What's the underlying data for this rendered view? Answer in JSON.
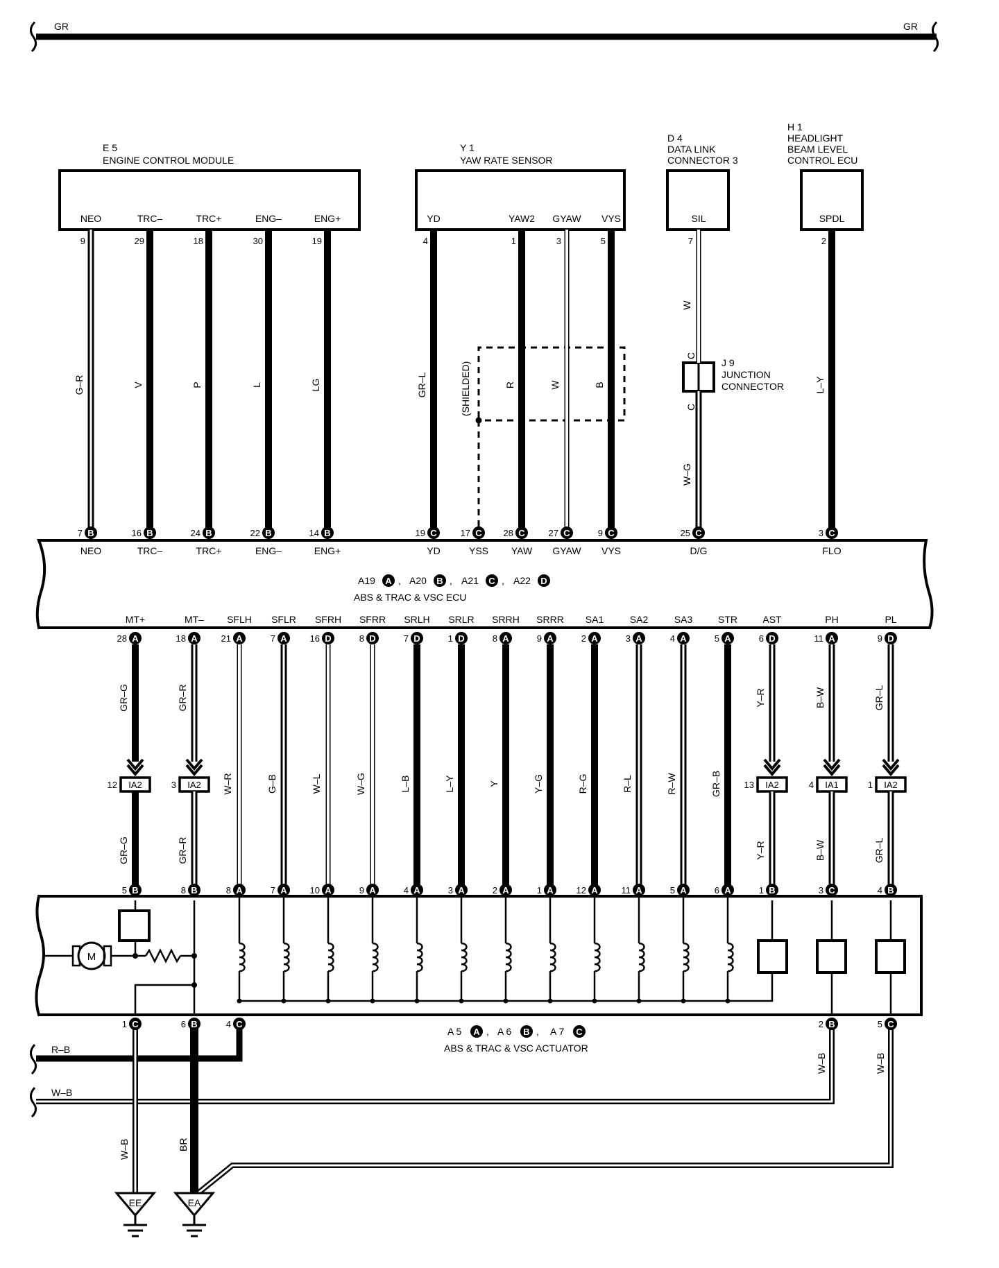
{
  "bus": {
    "left_label": "GR",
    "right_label": "GR"
  },
  "ecm": {
    "code": "E 5",
    "name": "ENGINE CONTROL MODULE"
  },
  "yaw": {
    "code": "Y 1",
    "name": "YAW RATE SENSOR"
  },
  "dlc": {
    "code": "D 4",
    "name1": "DATA LINK",
    "name2": "CONNECTOR 3"
  },
  "hl": {
    "code": "H 1",
    "name1": "HEADLIGHT",
    "name2": "BEAM LEVEL",
    "name3": "CONTROL ECU"
  },
  "shield_label": "(SHIELDED)",
  "j9": {
    "code": "J 9",
    "name1": "JUNCTION",
    "name2": "CONNECTOR",
    "pin_top": "C",
    "pin_bottom": "C"
  },
  "upper_wires": [
    {
      "term": "NEO",
      "pin": "9",
      "color": "G–R",
      "ecu_pin": "7",
      "ecu_conn": "B",
      "ecu_label": "NEO"
    },
    {
      "term": "TRC–",
      "pin": "29",
      "color": "V",
      "ecu_pin": "16",
      "ecu_conn": "B",
      "ecu_label": "TRC–"
    },
    {
      "term": "TRC+",
      "pin": "18",
      "color": "P",
      "ecu_pin": "24",
      "ecu_conn": "B",
      "ecu_label": "TRC+"
    },
    {
      "term": "ENG–",
      "pin": "30",
      "color": "L",
      "ecu_pin": "22",
      "ecu_conn": "B",
      "ecu_label": "ENG–"
    },
    {
      "term": "ENG+",
      "pin": "19",
      "color": "LG",
      "ecu_pin": "14",
      "ecu_conn": "B",
      "ecu_label": "ENG+"
    },
    {
      "term": "YD",
      "pin": "4",
      "color": "GR–L",
      "ecu_pin": "19",
      "ecu_conn": "C",
      "ecu_label": "YD"
    },
    {
      "term": "",
      "pin": "",
      "color": "",
      "ecu_pin": "17",
      "ecu_conn": "C",
      "ecu_label": "YSS"
    },
    {
      "term": "YAW2",
      "pin": "1",
      "color": "R",
      "ecu_pin": "28",
      "ecu_conn": "C",
      "ecu_label": "YAW"
    },
    {
      "term": "GYAW",
      "pin": "3",
      "color": "W",
      "ecu_pin": "27",
      "ecu_conn": "C",
      "ecu_label": "GYAW"
    },
    {
      "term": "VYS",
      "pin": "5",
      "color": "B",
      "ecu_pin": "9",
      "ecu_conn": "C",
      "ecu_label": "VYS"
    },
    {
      "term": "SIL",
      "pin": "7",
      "color": "W",
      "color2": "W–G",
      "ecu_pin": "25",
      "ecu_conn": "C",
      "ecu_label": "D/G"
    },
    {
      "term": "SPDL",
      "pin": "2",
      "color": "L–Y",
      "ecu_pin": "3",
      "ecu_conn": "C",
      "ecu_label": "FLO"
    }
  ],
  "ecu": {
    "c1": "A19",
    "l1": "A",
    "c2": "A20",
    "l2": "B",
    "c3": "A21",
    "l3": "C",
    "c4": "A22",
    "l4": "D",
    "name": "ABS & TRAC & VSC ECU"
  },
  "lower_wires": [
    {
      "label": "MT+",
      "ecu_pin": "28",
      "ecu_conn": "A",
      "color": "GR–G",
      "ia_num": "12",
      "ia": "IA2",
      "color2": "GR–G",
      "act_pin": "5",
      "act_conn": "B"
    },
    {
      "label": "MT–",
      "ecu_pin": "18",
      "ecu_conn": "A",
      "color": "GR–R",
      "ia_num": "3",
      "ia": "IA2",
      "color2": "GR–R",
      "act_pin": "8",
      "act_conn": "B"
    },
    {
      "label": "SFLH",
      "ecu_pin": "21",
      "ecu_conn": "A",
      "color": "W–R",
      "act_pin": "8",
      "act_conn": "A"
    },
    {
      "label": "SFLR",
      "ecu_pin": "7",
      "ecu_conn": "A",
      "color": "G–B",
      "act_pin": "7",
      "act_conn": "A"
    },
    {
      "label": "SFRH",
      "ecu_pin": "16",
      "ecu_conn": "D",
      "color": "W–L",
      "act_pin": "10",
      "act_conn": "A"
    },
    {
      "label": "SFRR",
      "ecu_pin": "8",
      "ecu_conn": "D",
      "color": "W–G",
      "act_pin": "9",
      "act_conn": "A"
    },
    {
      "label": "SRLH",
      "ecu_pin": "7",
      "ecu_conn": "D",
      "color": "L–B",
      "act_pin": "4",
      "act_conn": "A"
    },
    {
      "label": "SRLR",
      "ecu_pin": "1",
      "ecu_conn": "D",
      "color": "L–Y",
      "act_pin": "3",
      "act_conn": "A"
    },
    {
      "label": "SRRH",
      "ecu_pin": "8",
      "ecu_conn": "A",
      "color": "Y",
      "act_pin": "2",
      "act_conn": "A"
    },
    {
      "label": "SRRR",
      "ecu_pin": "9",
      "ecu_conn": "A",
      "color": "Y–G",
      "act_pin": "1",
      "act_conn": "A"
    },
    {
      "label": "SA1",
      "ecu_pin": "2",
      "ecu_conn": "A",
      "color": "R–G",
      "act_pin": "12",
      "act_conn": "A"
    },
    {
      "label": "SA2",
      "ecu_pin": "3",
      "ecu_conn": "A",
      "color": "R–L",
      "act_pin": "11",
      "act_conn": "A"
    },
    {
      "label": "SA3",
      "ecu_pin": "4",
      "ecu_conn": "A",
      "color": "R–W",
      "act_pin": "5",
      "act_conn": "A"
    },
    {
      "label": "STR",
      "ecu_pin": "5",
      "ecu_conn": "A",
      "color": "GR–B",
      "act_pin": "6",
      "act_conn": "A"
    },
    {
      "label": "AST",
      "ecu_pin": "6",
      "ecu_conn": "D",
      "color": "Y–R",
      "ia_num": "13",
      "ia": "IA2",
      "color2": "Y–R",
      "act_pin": "1",
      "act_conn": "B"
    },
    {
      "label": "PH",
      "ecu_pin": "11",
      "ecu_conn": "A",
      "color": "B–W",
      "ia_num": "4",
      "ia": "IA1",
      "color2": "B–W",
      "act_pin": "3",
      "act_conn": "C"
    },
    {
      "label": "PL",
      "ecu_pin": "9",
      "ecu_conn": "D",
      "color": "GR–L",
      "ia_num": "1",
      "ia": "IA2",
      "color2": "GR–L",
      "act_pin": "4",
      "act_conn": "B"
    }
  ],
  "actuator": {
    "c1": "A 5",
    "l1": "A",
    "c2": "A 6",
    "l2": "B",
    "c3": "A 7",
    "l3": "C",
    "name": "ABS & TRAC & VSC ACTUATOR",
    "motor": "M"
  },
  "bottom_pins": [
    {
      "pin": "1",
      "conn": "C"
    },
    {
      "pin": "6",
      "conn": "B"
    },
    {
      "pin": "4",
      "conn": "C"
    },
    {
      "pin": "2",
      "conn": "B"
    },
    {
      "pin": "5",
      "conn": "C"
    }
  ],
  "bottom_wires": {
    "rb": "R–B",
    "wb": "W–B",
    "g1_color": "W–B",
    "g2_color": "BR",
    "p2_color": "W–B",
    "p5_color": "W–B",
    "ground1": "EE",
    "ground2": "EA"
  }
}
